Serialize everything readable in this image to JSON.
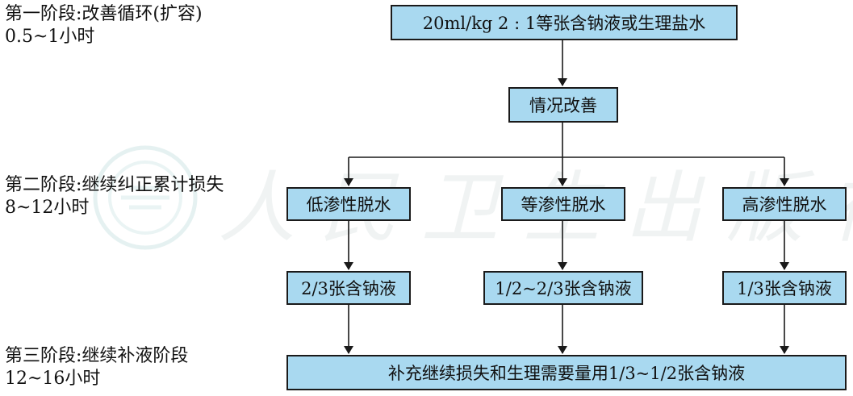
{
  "stages": [
    {
      "title": "第一阶段:改善循环(扩容)",
      "duration": "0.5~1小时"
    },
    {
      "title": "第二阶段:继续纠正累计损失",
      "duration": "8~12小时"
    },
    {
      "title": "第三阶段:继续补液阶段",
      "duration": "12~16小时"
    }
  ],
  "nodes": {
    "initial_fluid": "20ml/kg 2 : 1等张含钠液或生理盐水",
    "improved": "情况改善",
    "hypotonic": "低渗性脱水",
    "isotonic": "等渗性脱水",
    "hypertonic": "高渗性脱水",
    "fluid_low": "2/3张含钠液",
    "fluid_iso": "1/2~2/3张含钠液",
    "fluid_high": "1/3张含钠液",
    "final": "补充继续损失和生理需要量用1/3~1/2张含钠液"
  },
  "watermark": {
    "text": "人民卫生出版社"
  },
  "colors": {
    "box_fill": "#a9d9f0",
    "box_border": "#1a1a1a",
    "arrow": "#1a1a1a"
  }
}
